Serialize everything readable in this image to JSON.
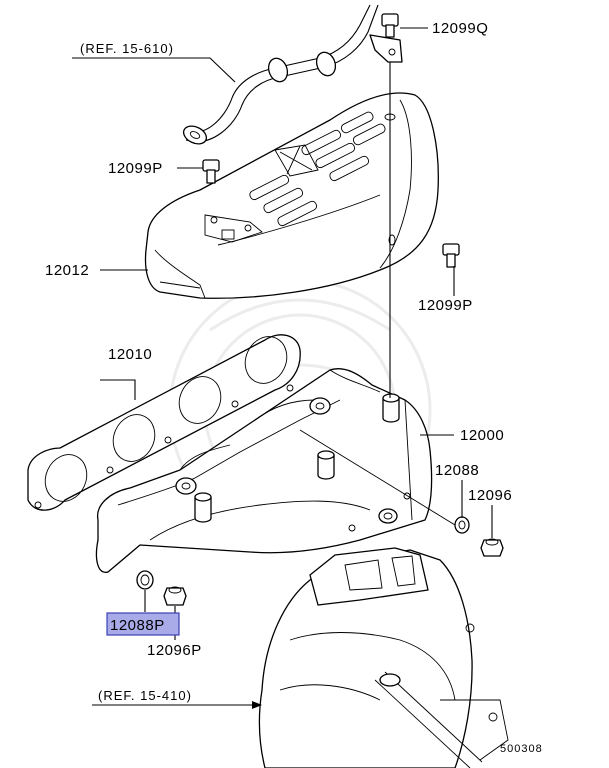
{
  "labels": {
    "ref_top": "(REF. 15-610)",
    "ref_bottom": "(REF. 15-410)",
    "p12099q": "12099Q",
    "p12099p_left": "12099P",
    "p12099p_right": "12099P",
    "p12012": "12012",
    "p12010": "12010",
    "p12000": "12000",
    "p12088": "12088",
    "p12096": "12096",
    "p12088p": "12088P",
    "p12096p": "12096P",
    "diagram_code": "500308"
  },
  "colors": {
    "highlight_fill": "#a9abe9",
    "highlight_border": "#3a3fb5",
    "line": "#000000",
    "watermark": "#ececec"
  }
}
